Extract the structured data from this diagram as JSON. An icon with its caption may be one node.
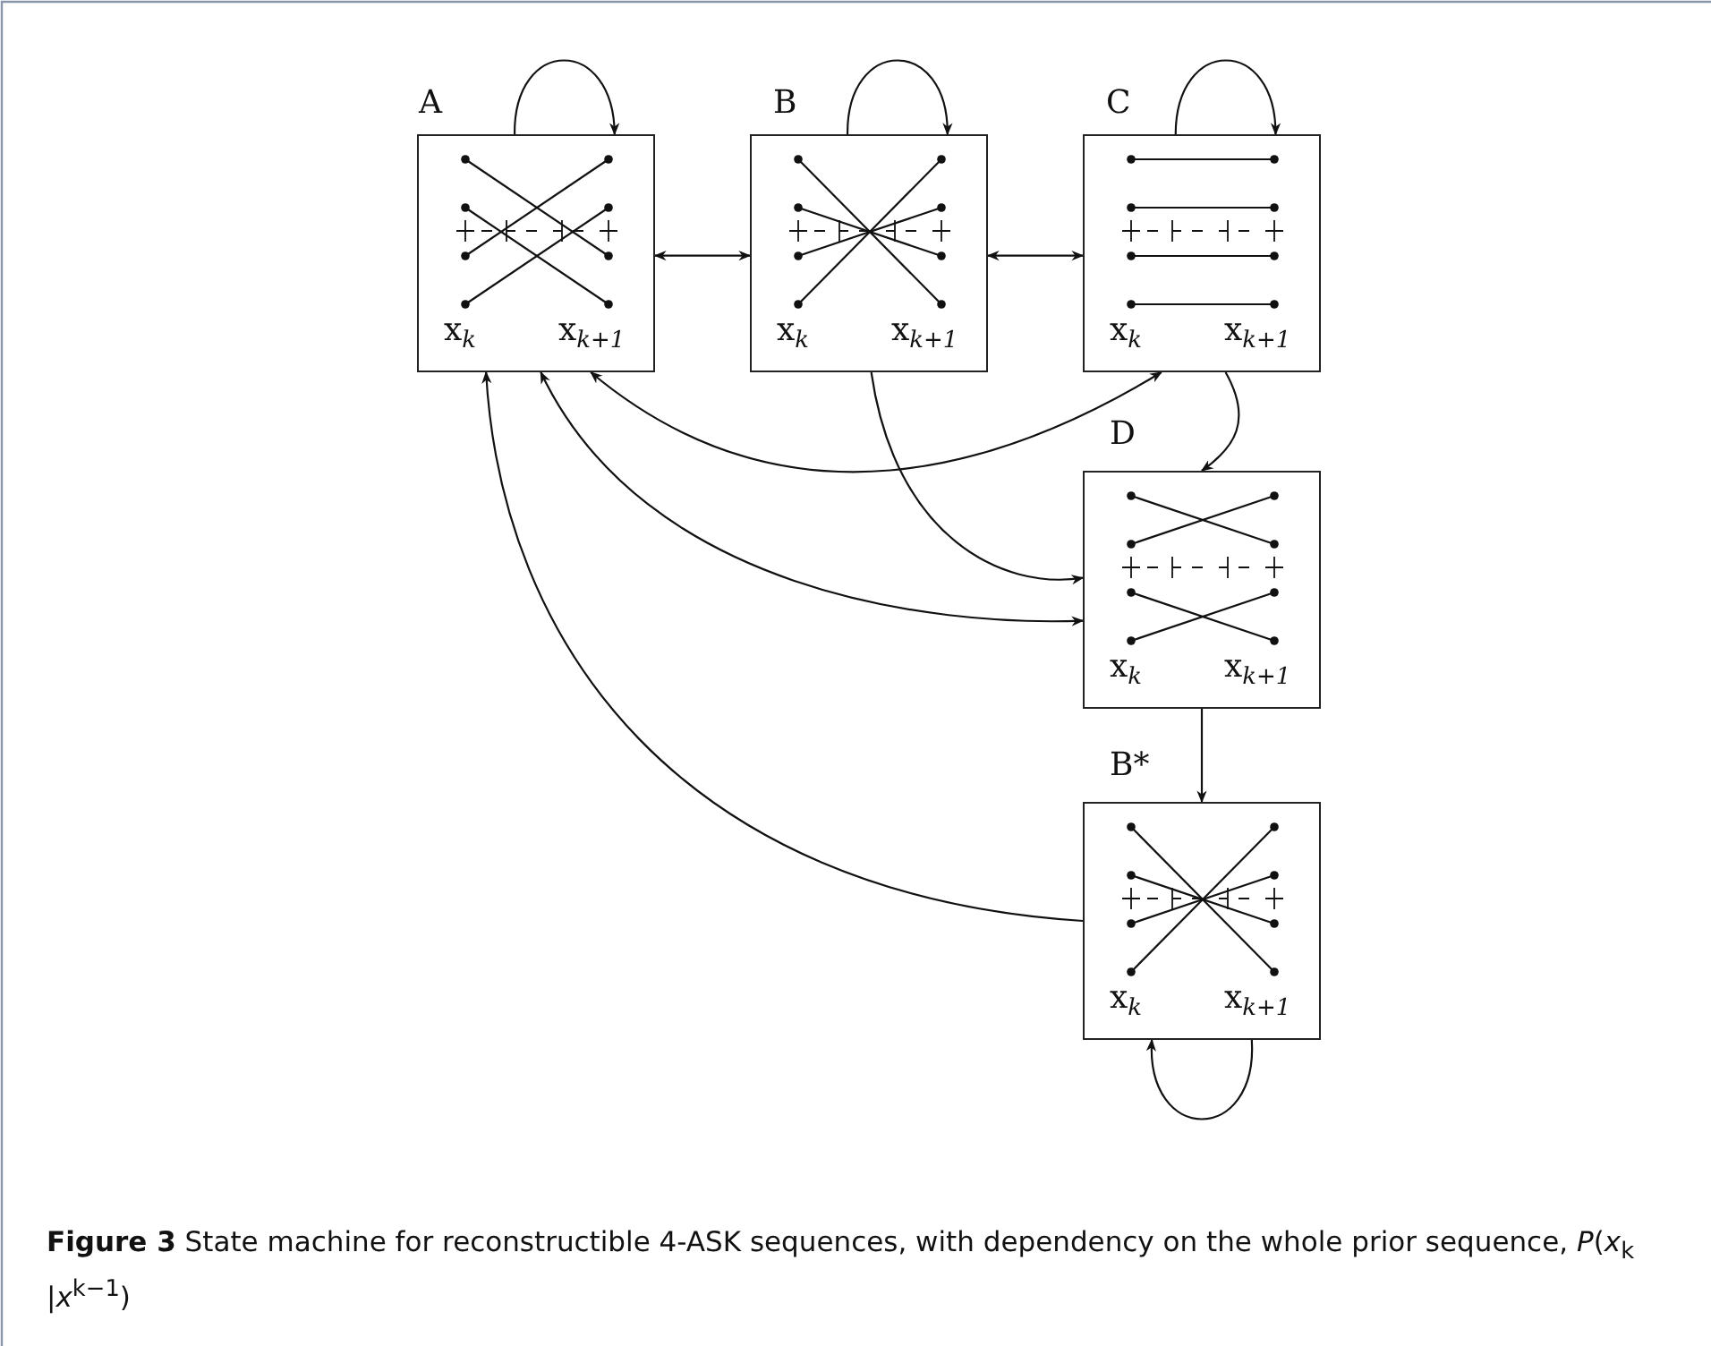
{
  "diagram": {
    "caption": "**Figure 3** State machine for reconstructible 4-ASK sequences, with dependency on the whole prior sequence, *P*(*x*$_{k}$ |*x*$^{k−1}$)",
    "nodes": [
      {
        "text": [
          "A",
          "x$_{k}$",
          "x$_{k+1}$"
        ]
      },
      {
        "text": [
          "B",
          "x$_{k}$",
          "x$_{k+1}$"
        ]
      },
      {
        "text": [
          "C",
          "x$_{k}$",
          "x$_{k+1}$"
        ]
      },
      {
        "text": [
          "D",
          "x$_{k}$",
          "x$_{k+1}$"
        ]
      },
      {
        "text": [
          "B*",
          "x$_{k}$",
          "x$_{k+1}$"
        ]
      }
    ],
    "edges": [
      {
        "from": 0,
        "to": 0,
        "arrow": "to"
      },
      {
        "from": 1,
        "to": 1,
        "arrow": "to"
      },
      {
        "from": 2,
        "to": 2,
        "arrow": "to"
      },
      {
        "from": 0,
        "to": 1,
        "arrow": "both"
      },
      {
        "from": 1,
        "to": 2,
        "arrow": "both"
      },
      {
        "from": 2,
        "to": 3,
        "arrow": "to"
      },
      {
        "from": 2,
        "to": 0,
        "arrow": "both"
      },
      {
        "from": 1,
        "to": 3,
        "arrow": "to"
      },
      {
        "from": 0,
        "to": 3,
        "arrow": "both"
      },
      {
        "from": 4,
        "to": 0,
        "arrow": "to"
      },
      {
        "from": 3,
        "to": 4,
        "arrow": "to"
      },
      {
        "from": 4,
        "to": 4,
        "arrow": "to"
      }
    ]
  }
}
